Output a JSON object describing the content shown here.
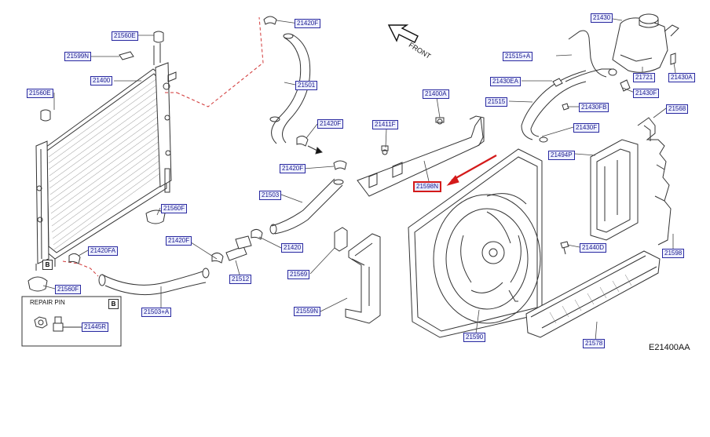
{
  "labels": {
    "l_21560E_top": "21560E",
    "l_21599N": "21599N",
    "l_21400": "21400",
    "l_21560E_left": "21560E",
    "l_21560F_mid": "21560F",
    "l_21420FA": "21420FA",
    "l_21560F_bot": "21560F",
    "l_21503A": "21503+A",
    "l_21445R": "21445R",
    "l_21420F_top": "21420F",
    "l_21501": "21501",
    "l_21420F_mid": "21420F",
    "l_21420F_left": "21420F",
    "l_21503": "21503",
    "l_21420F_lower": "21420F",
    "l_21420_right": "21420",
    "l_21512": "21512",
    "l_21569": "21569",
    "l_21559N": "21559N",
    "l_21400A": "21400A",
    "l_21411F": "21411F",
    "l_21598N": "21598N",
    "l_21430": "21430",
    "l_21515A": "21515+A",
    "l_21430EA": "21430EA",
    "l_21721": "21721",
    "l_21430A": "21430A",
    "l_21515": "21515",
    "l_21430F_top": "21430F",
    "l_21430FB": "21430FB",
    "l_21430F_mid": "21430F",
    "l_21568": "21568",
    "l_21494P": "21494P",
    "l_21440D": "21440D",
    "l_21598": "21598",
    "l_21590": "21590",
    "l_21578": "21578"
  },
  "repair_pin_title": "REPAIR   PIN",
  "box_b_letter": "B",
  "front_label": "FRONT",
  "diagram_code": "E21400AA",
  "highlight_color": "#d41a1a",
  "label_border_color": "#2a2aa0"
}
